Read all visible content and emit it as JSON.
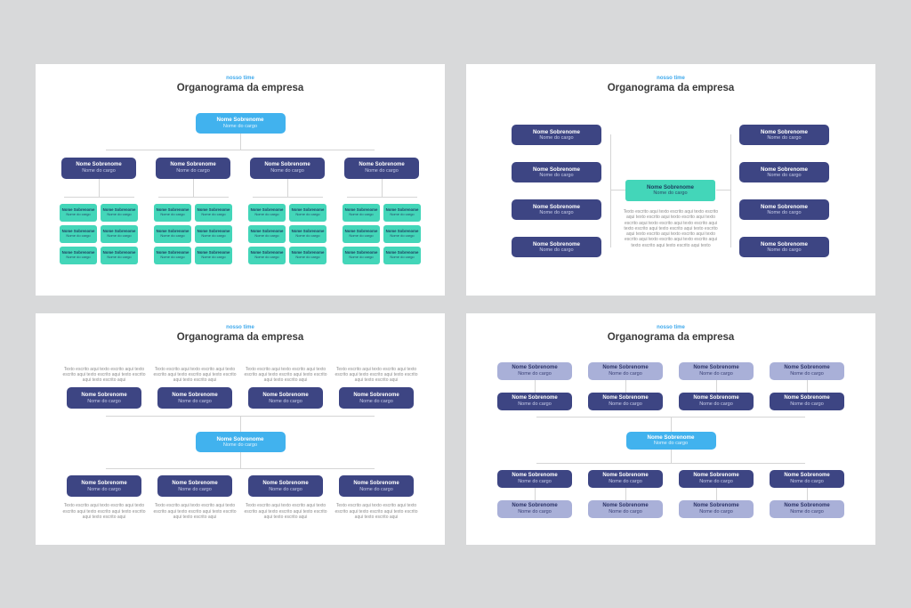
{
  "labels": {
    "kicker": "nosso time",
    "title": "Organograma da empresa",
    "person_name": "Nome Sobrenome",
    "person_role": "Nome do cargo",
    "body_short": "Texto escrito aqui texto escrito aqui texto escrito aqui texto escrito aqui texto escrito aqui texto escrito aqui",
    "body_long": "Texto escrito aqui texto escrito aqui texto escrito aqui texto escrito aqui texto escrito aqui texto escrito aqui texto escrito aqui texto escrito aqui texto escrito aqui texto escrito aqui texto escrito aqui texto escrito aqui texto escrito aqui texto escrito aqui texto escrito aqui texto escrito aqui texto escrito aqui texto escrito aqui texto"
  },
  "colors": {
    "page_background": "#d8d9da",
    "slide_background": "#ffffff",
    "navy_box": "#3d4583",
    "light_blue_box": "#41b2ee",
    "teal_box": "#43d6b9",
    "lavender_box": "#a9b0d8",
    "kicker_text": "#3fa9ec",
    "title_text": "#3a3a3a",
    "body_text": "#8e8e8e",
    "connector_line": "#d5d5d5"
  },
  "slides": [
    {
      "name": "org-tree",
      "top_level_color": "light_blue",
      "managers": 4,
      "reports_per_manager": 6
    },
    {
      "name": "center-focus",
      "center_color": "teal",
      "left_boxes": 4,
      "right_boxes": 4,
      "has_description": true
    },
    {
      "name": "two-rows-with-text",
      "center_color": "light_blue",
      "top_columns": 4,
      "bottom_columns": 4
    },
    {
      "name": "two-tier-rows",
      "center_color": "light_blue",
      "columns": 4,
      "tiers_per_side": 2
    }
  ]
}
